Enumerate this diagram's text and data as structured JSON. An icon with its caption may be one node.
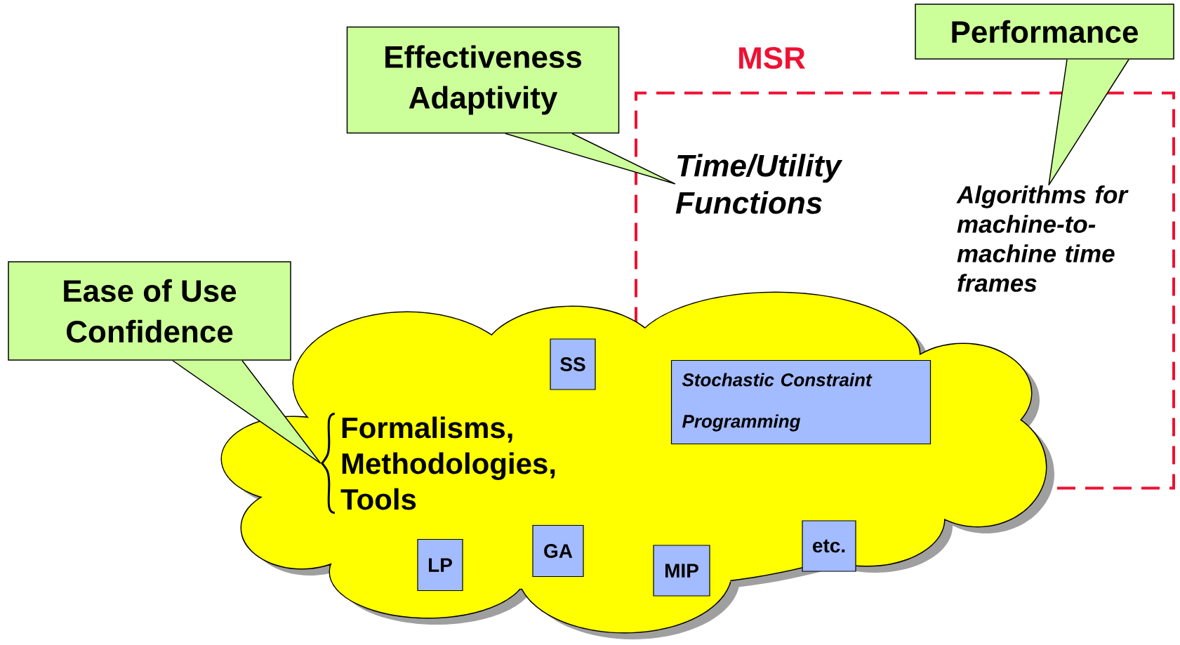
{
  "diagram": {
    "nodes": [
      {
        "text": [
          "Effectiveness",
          "Adaptivity"
        ]
      },
      {
        "text": [
          "MSR"
        ]
      },
      {
        "text": [
          "Performance"
        ]
      },
      {
        "text": [
          "Time/Utility Functions"
        ],
        "in": 1
      },
      {
        "text": [
          "Algorithms for machine-to-machine time frames"
        ],
        "in": 1
      },
      {
        "text": [
          "Ease of Use",
          "Confidence"
        ]
      },
      {
        "text": [],
        "shape": "cloud"
      },
      {
        "text": [
          "SS"
        ],
        "in": 6
      },
      {
        "text": [
          "Stochastic Constraint Programming"
        ]
      },
      {
        "text": [
          "Formalisms, Methodologies, Tools"
        ],
        "in": 6
      },
      {
        "text": [
          "GA"
        ],
        "in": 6
      },
      {
        "text": [
          "LP"
        ],
        "in": 6
      },
      {
        "text": [
          "MIP"
        ],
        "in": 6
      },
      {
        "text": [
          "etc."
        ],
        "in": 6
      }
    ],
    "edges": [
      {
        "from": 0,
        "to": 3,
        "arrow": "none"
      },
      {
        "from": 2,
        "to": 4,
        "arrow": "none"
      },
      {
        "from": 5,
        "to": 9,
        "arrow": "none"
      }
    ]
  }
}
